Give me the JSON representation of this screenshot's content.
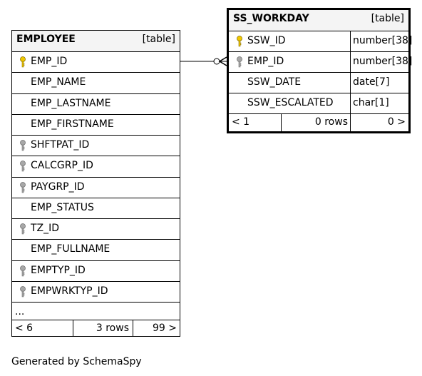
{
  "employee": {
    "name": "EMPLOYEE",
    "kind": "[table]",
    "columns": [
      {
        "name": "EMP_ID",
        "key": "primary"
      },
      {
        "name": "EMP_NAME",
        "key": "none"
      },
      {
        "name": "EMP_LASTNAME",
        "key": "none"
      },
      {
        "name": "EMP_FIRSTNAME",
        "key": "none"
      },
      {
        "name": "SHFTPAT_ID",
        "key": "foreign"
      },
      {
        "name": "CALCGRP_ID",
        "key": "foreign"
      },
      {
        "name": "PAYGRP_ID",
        "key": "foreign"
      },
      {
        "name": "EMP_STATUS",
        "key": "none"
      },
      {
        "name": "TZ_ID",
        "key": "foreign"
      },
      {
        "name": "EMP_FULLNAME",
        "key": "none"
      },
      {
        "name": "EMPTYP_ID",
        "key": "foreign"
      },
      {
        "name": "EMPWRKTYP_ID",
        "key": "foreign"
      }
    ],
    "more": "...",
    "footer": {
      "children": "< 6",
      "rows": "3 rows",
      "parents": "99 >"
    }
  },
  "ss_workday": {
    "name": "SS_WORKDAY",
    "kind": "[table]",
    "columns": [
      {
        "name": "SSW_ID",
        "type": "number[38]",
        "key": "primary"
      },
      {
        "name": "EMP_ID",
        "type": "number[38]",
        "key": "foreign"
      },
      {
        "name": "SSW_DATE",
        "type": "date[7]",
        "key": "none"
      },
      {
        "name": "SSW_ESCALATED",
        "type": "char[1]",
        "key": "none"
      }
    ],
    "footer": {
      "children": "< 1",
      "rows": "0 rows",
      "parents": "0 >"
    }
  },
  "generated_by": "Generated by SchemaSpy",
  "colors": {
    "primary_key": "#f0c800",
    "foreign_key": "#a8a8a8",
    "header_bg": "#f4f4f4"
  }
}
